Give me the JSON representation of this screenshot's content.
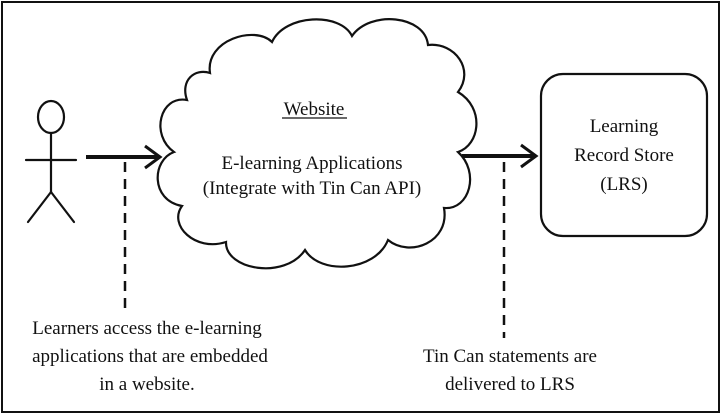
{
  "cloud": {
    "title": "Website",
    "line1": "E-learning Applications",
    "line2": "(Integrate with Tin Can API)"
  },
  "lrs": {
    "line1": "Learning",
    "line2": "Record Store",
    "line3": "(LRS)"
  },
  "learner_caption": {
    "line1": "Learners access the e-learning",
    "line2": "applications that are embedded",
    "line3": "in a website."
  },
  "statement_caption": {
    "line1": "Tin Can statements are",
    "line2": "delivered to LRS"
  },
  "colors": {
    "ink": "#111111",
    "background": "#ffffff"
  }
}
